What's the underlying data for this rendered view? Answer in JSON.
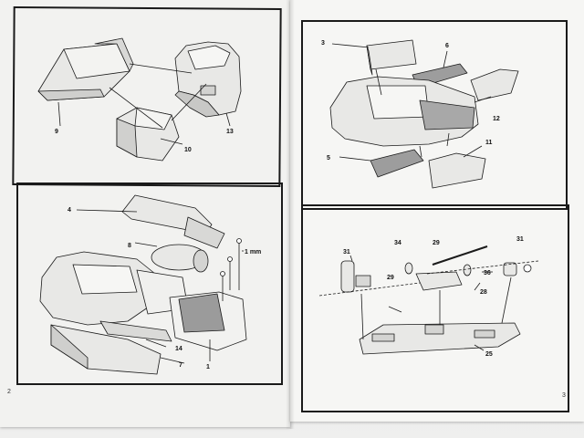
{
  "page_numbers": {
    "left": "2",
    "right": "3"
  },
  "parts": {
    "p1": "1",
    "p3": "3",
    "p4": "4",
    "p5": "5",
    "p6": "6",
    "p7": "7",
    "p8": "8",
    "p9": "9",
    "p10": "10",
    "p11": "11",
    "p12": "12",
    "p13": "13",
    "p14": "14",
    "p25": "25",
    "p28": "28",
    "p29a": "29",
    "p29b": "29",
    "p31a": "31",
    "p31b": "31",
    "p34": "34",
    "p36": "36",
    "mm": "1 mm"
  },
  "colors": {
    "paper": "#f4f4f2",
    "ink": "#1a1a1a",
    "part_fill": "#e8e8e6",
    "shade": "#bdbdbd"
  }
}
